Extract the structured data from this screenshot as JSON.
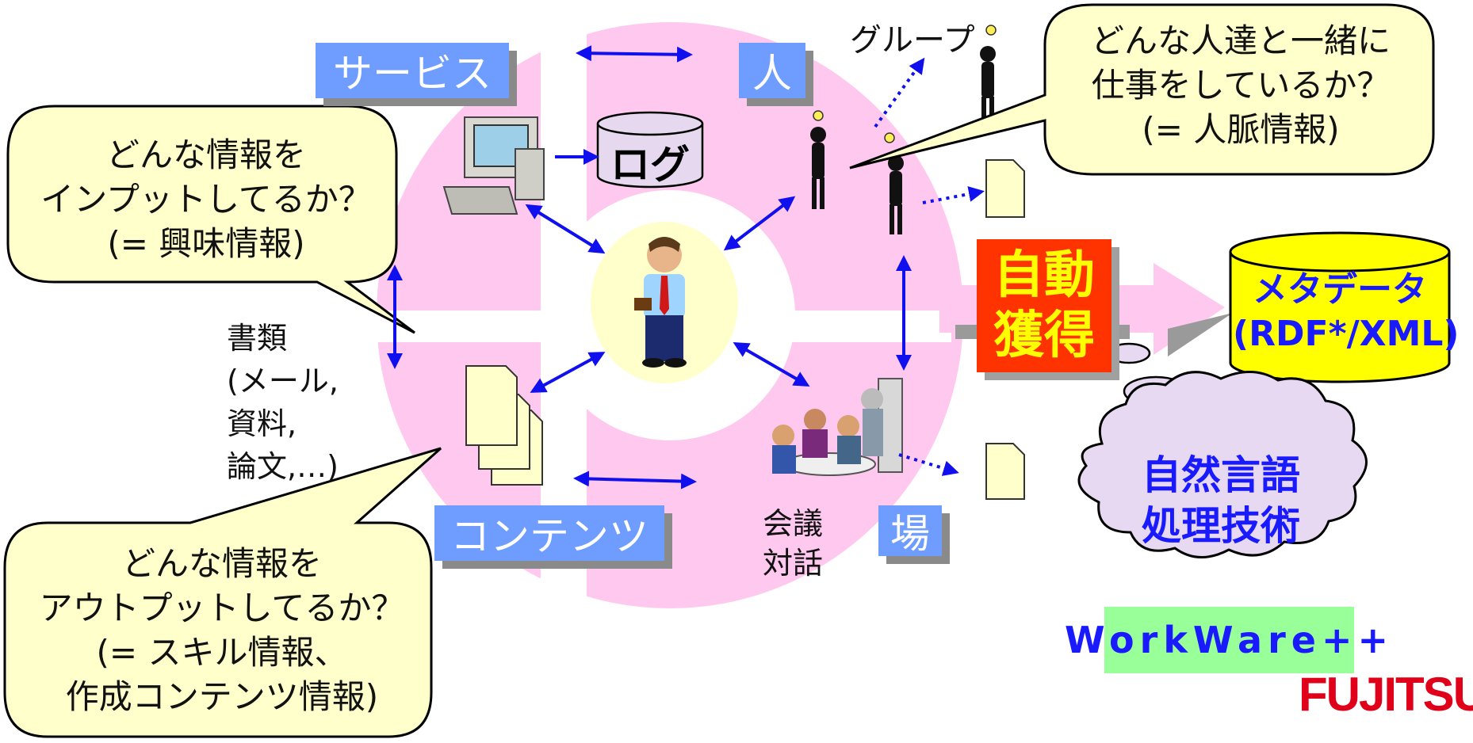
{
  "labels": {
    "service": "サービス",
    "person": "人",
    "contents": "コンテンツ",
    "place": "場",
    "log": "ログ",
    "group": "グループ"
  },
  "meeting": [
    "会議",
    "対話"
  ],
  "documents": [
    "書類",
    "(メール,",
    "資料,",
    "論文,…)"
  ],
  "callouts": {
    "input": [
      "どんな情報を",
      "インプットしてるか？",
      "(= 興味情報)"
    ],
    "people": [
      "どんな人達と一緒に",
      "仕事をしているか？",
      "(= 人脈情報)"
    ],
    "output": [
      "どんな情報を",
      "アウトプットしてるか？",
      "(= スキル情報、",
      "作成コンテンツ情報)"
    ]
  },
  "auto_acquire": [
    "自動",
    "獲得"
  ],
  "metadata": [
    "メタデータ",
    "(RDF*/XML)"
  ],
  "nlp": [
    "自然言語",
    "処理技術"
  ],
  "product": "WorkWare++",
  "logo": "FUJITSU",
  "colors": {
    "ring": "#ffc8ee",
    "label_box": "#6f9dff",
    "callout_fill": "#ffffcc",
    "auto_box": "#ff3300",
    "auto_text": "#ffff00",
    "db_fill": "#ffff00",
    "text_blue": "#1a1aff",
    "cloud": "#e8d9f2",
    "workware_bg": "#99ff99",
    "logo_red": "#e0001a"
  }
}
